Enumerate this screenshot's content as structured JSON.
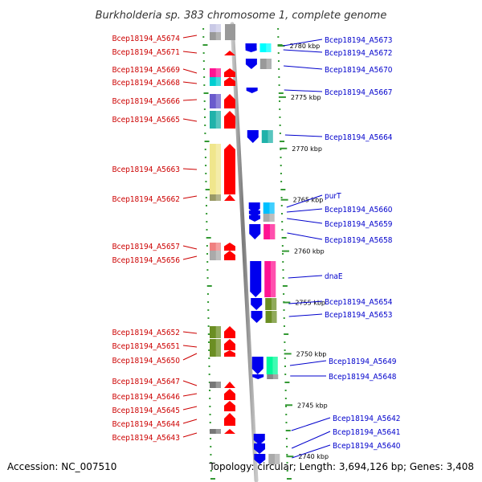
{
  "title": "Burkholderia sp. 383 chromosome 1, complete genome",
  "accession": "Accession: NC_007510",
  "topology": "Topology: circular; Length: 3,694,126 bp; Genes: 3,408",
  "scale_labels": [
    {
      "text": "2780 kbp",
      "kbp": 2780
    },
    {
      "text": "2775 kbp",
      "kbp": 2775
    },
    {
      "text": "2770 kbp",
      "kbp": 2770
    },
    {
      "text": "2765 kbp",
      "kbp": 2765
    },
    {
      "text": "2760 kbp",
      "kbp": 2760
    },
    {
      "text": "2755 kbp",
      "kbp": 2755
    },
    {
      "text": "2750 kbp",
      "kbp": 2750
    },
    {
      "text": "2745 kbp",
      "kbp": 2745
    },
    {
      "text": "2740 kbp",
      "kbp": 2740
    }
  ],
  "left_genes": [
    {
      "label": "Bcep18194_A5674",
      "colors": [
        "#c9c9e6",
        "#999999"
      ]
    },
    {
      "label": "Bcep18194_A5671",
      "colors": []
    },
    {
      "label": "Bcep18194_A5669",
      "colors": [
        "#ff1493"
      ]
    },
    {
      "label": "Bcep18194_A5668",
      "colors": [
        "#00ced1"
      ]
    },
    {
      "label": "Bcep18194_A5666",
      "colors": [
        "#6a5acd"
      ]
    },
    {
      "label": "Bcep18194_A5665",
      "colors": [
        "#20b2aa"
      ]
    },
    {
      "label": "Bcep18194_A5663",
      "colors": [
        "#f0e68c"
      ]
    },
    {
      "label": "Bcep18194_A5662",
      "colors": [
        "#999966"
      ]
    },
    {
      "label": "Bcep18194_A5657",
      "colors": [
        "#f08080"
      ]
    },
    {
      "label": "Bcep18194_A5656",
      "colors": [
        "#aaaaaa"
      ]
    },
    {
      "label": "Bcep18194_A5652",
      "colors": [
        "#6b8e23"
      ]
    },
    {
      "label": "Bcep18194_A5651",
      "colors": [
        "#6b8e23"
      ]
    },
    {
      "label": "Bcep18194_A5650",
      "colors": [
        "#6b8e23"
      ]
    },
    {
      "label": "Bcep18194_A5647",
      "colors": [
        "#777777"
      ]
    },
    {
      "label": "Bcep18194_A5646",
      "colors": []
    },
    {
      "label": "Bcep18194_A5645",
      "colors": []
    },
    {
      "label": "Bcep18194_A5644",
      "colors": []
    },
    {
      "label": "Bcep18194_A5643",
      "colors": [
        "#777777"
      ]
    }
  ],
  "right_genes": [
    {
      "label": "Bcep18194_A5673",
      "colors": [
        "#00ffff"
      ]
    },
    {
      "label": "Bcep18194_A5672",
      "colors": []
    },
    {
      "label": "Bcep18194_A5670",
      "colors": [
        "#00ced1",
        "#999999"
      ]
    },
    {
      "label": "Bcep18194_A5667",
      "colors": []
    },
    {
      "label": "Bcep18194_A5664",
      "colors": [
        "#20b2aa"
      ]
    },
    {
      "label": "purT",
      "colors": [
        "#00bfff",
        "#aaaaaa"
      ]
    },
    {
      "label": "Bcep18194_A5660",
      "colors": []
    },
    {
      "label": "Bcep18194_A5659",
      "colors": []
    },
    {
      "label": "Bcep18194_A5658",
      "colors": [
        "#ff8c00",
        "#ff1493"
      ]
    },
    {
      "label": "dnaE",
      "colors": [
        "#ff1493"
      ]
    },
    {
      "label": "Bcep18194_A5654",
      "colors": [
        "#6b8e23"
      ]
    },
    {
      "label": "Bcep18194_A5653",
      "colors": [
        "#6b8e23"
      ]
    },
    {
      "label": "Bcep18194_A5649",
      "colors": [
        "#00fa9a"
      ]
    },
    {
      "label": "Bcep18194_A5648",
      "colors": [
        "#888888"
      ]
    },
    {
      "label": "Bcep18194_A5642",
      "colors": []
    },
    {
      "label": "Bcep18194_A5641",
      "colors": []
    },
    {
      "label": "Bcep18194_A5640",
      "colors": [
        "#aaaaaa"
      ]
    }
  ],
  "colors": {
    "left_label": "#cc0000",
    "right_label": "#0000cc",
    "reverse_strand": "#ff0000",
    "forward_strand": "#0000ee",
    "backbone": "#8c8c8c",
    "ticks": "#339933"
  }
}
